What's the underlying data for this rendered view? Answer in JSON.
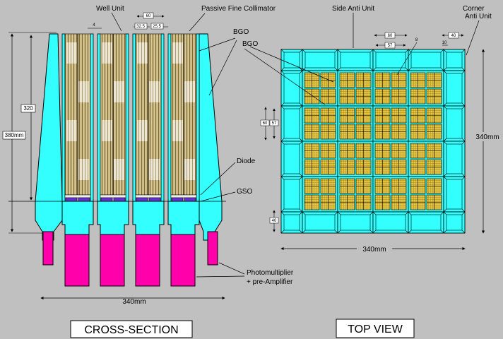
{
  "labels": {
    "well_unit": "Well Unit",
    "passive_fine_collimator": "Passive Fine Collimator",
    "bgo": "BGO",
    "diode": "Diode",
    "gso": "GSO",
    "photomultiplier": "Photomultiplier",
    "pre_amplifier": "+ pre-Amplifier",
    "side_anti_unit": "Side Anti Unit",
    "corner_anti_unit_1": "Corner",
    "corner_anti_unit_2": "Anti Unit"
  },
  "dimensions": {
    "dim_4": "4",
    "dim_60_top": "60",
    "dim_32_5": "32.5",
    "dim_25_5": "25.5",
    "dim_320": "320",
    "dim_380mm": "380mm",
    "dim_340mm_cross": "340mm",
    "dim_60_tv": "60",
    "dim_57_tv": "57",
    "dim_8": "8",
    "dim_40_tv": "40",
    "dim_10": "10",
    "dim_60_left": "60",
    "dim_57_left": "57",
    "dim_40_left": "40",
    "dim_340mm_right": "340mm",
    "dim_340mm_bottom": "340mm"
  },
  "titles": {
    "cross_section": "CROSS-SECTION",
    "top_view": "TOP VIEW"
  },
  "colors": {
    "background": "#c0c0c0",
    "cyan": "#33ffff",
    "magenta": "#ff00aa",
    "gso": "#6633cc",
    "collimator": "#b39b55",
    "collimator_light": "#e6e0c8",
    "grid_cell": "#e8c840"
  }
}
